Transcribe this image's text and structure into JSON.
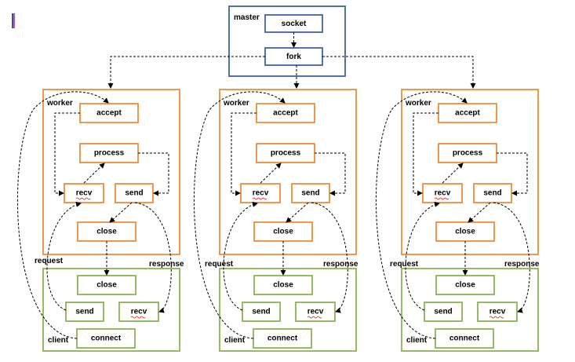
{
  "colors": {
    "master": "#3f63a6",
    "worker": "#ec8c3c",
    "client": "#8cb255",
    "cursor_blue": "#2c4fc7",
    "cursor_red": "#e0181c",
    "arrow": "#000000"
  },
  "master": {
    "label": "master",
    "socket": "socket",
    "fork": "fork"
  },
  "columns": [
    {
      "worker": {
        "label": "worker",
        "accept": "accept",
        "process": "process",
        "recv": "recv",
        "send": "send",
        "close": "close"
      },
      "client": {
        "label": "client",
        "close": "close",
        "send": "send",
        "recv": "recv",
        "connect": "connect"
      },
      "request_label": "request",
      "response_label": "response"
    },
    {
      "worker": {
        "label": "worker",
        "accept": "accept",
        "process": "process",
        "recv": "recv",
        "send": "send",
        "close": "close"
      },
      "client": {
        "label": "client",
        "close": "close",
        "send": "send",
        "recv": "recv",
        "connect": "connect"
      },
      "request_label": "request",
      "response_label": "response"
    },
    {
      "worker": {
        "label": "worker",
        "accept": "accept",
        "process": "process",
        "recv": "recv",
        "send": "send",
        "close": "close"
      },
      "client": {
        "label": "client",
        "close": "close",
        "send": "send",
        "recv": "recv",
        "connect": "connect"
      },
      "request_label": "request",
      "response_label": "response"
    }
  ]
}
